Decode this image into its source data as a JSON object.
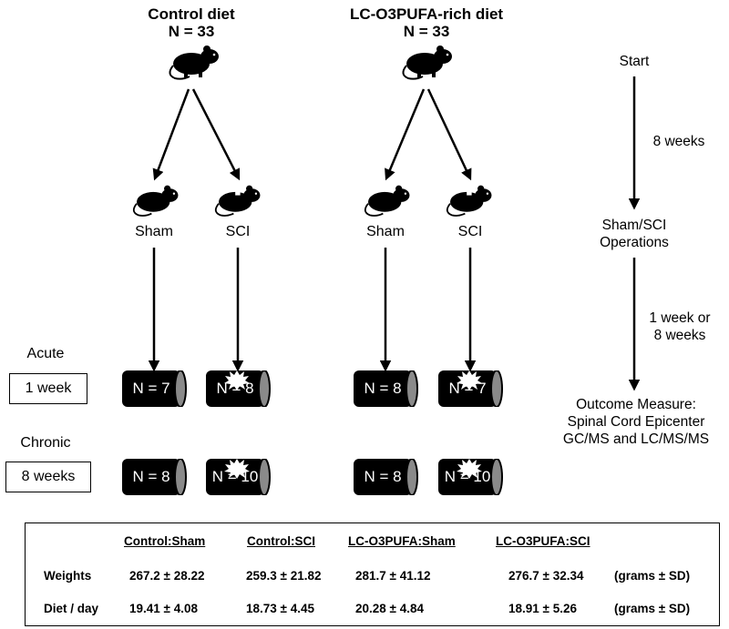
{
  "groups": {
    "control": {
      "title": "Control diet",
      "n": "N = 33"
    },
    "lc": {
      "title": "LC-O3PUFA-rich diet",
      "n": "N = 33"
    }
  },
  "branches": {
    "sham": "Sham",
    "sci": "SCI"
  },
  "rows": {
    "acute_label": "Acute",
    "acute_time": "1 week",
    "chronic_label": "Chronic",
    "chronic_time": "8 weeks"
  },
  "cylinders": {
    "acute": [
      "N = 7",
      "N = 8",
      "N = 8",
      "N = 7"
    ],
    "chronic": [
      "N = 8",
      "N = 10",
      "N = 8",
      "N = 10"
    ]
  },
  "timeline": {
    "start": "Start",
    "interval1": "8 weeks",
    "operations_line1": "Sham/SCI",
    "operations_line2": "Operations",
    "interval2_line1": "1 week or",
    "interval2_line2": "8 weeks",
    "outcome_line1": "Outcome Measure:",
    "outcome_line2": "Spinal Cord Epicenter",
    "outcome_line3": "GC/MS and LC/MS/MS"
  },
  "table": {
    "headers": [
      "Control:Sham",
      "Control:SCI",
      "LC-O3PUFA:Sham",
      "LC-O3PUFA:SCI"
    ],
    "rows": [
      {
        "label": "Weights",
        "values": [
          "267.2 ± 28.22",
          "259.3 ± 21.82",
          "281.7 ± 41.12",
          "276.7 ± 32.34"
        ],
        "unit": "(grams ± SD)"
      },
      {
        "label": "Diet / day",
        "values": [
          "19.41 ± 4.08",
          "18.73 ± 4.45",
          "20.28 ± 4.84",
          "18.91 ± 5.26"
        ],
        "unit": "(grams ± SD)"
      }
    ]
  },
  "icons": {
    "rat": "rat-icon",
    "injury": "injury-burst-icon",
    "cylinder": "cylinder-icon"
  }
}
